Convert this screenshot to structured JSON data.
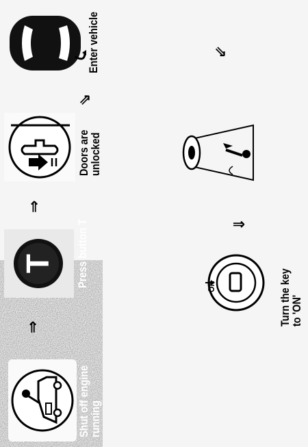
{
  "steps": [
    {
      "label_lines": [
        "Shut off engine",
        "running"
      ]
    },
    {
      "label": "Press button T"
    },
    {
      "label_lines": [
        "Doors are",
        "unlocked"
      ]
    },
    {
      "label": "Enter vehicle"
    },
    {
      "label_lines": [
        "Turn the key",
        "to 'ON'"
      ]
    }
  ],
  "arrows": {
    "right": "⇒",
    "down_left": "⇙",
    "down_right": "⇘",
    "down": "⇓"
  },
  "icons": {
    "engine_running": "engine-running-icon",
    "button_t": "button-t-icon",
    "door_unlock": "door-unlock-icon",
    "vehicle": "vehicle-icon",
    "key_insert": "key-insert-icon",
    "ignition": "ignition-switch-icon"
  },
  "ignition_label": "ON",
  "button_letter": "T",
  "colors": {
    "ink": "#000000",
    "paper": "#f5f5f5",
    "scan_noise": "#8a8a8a"
  }
}
